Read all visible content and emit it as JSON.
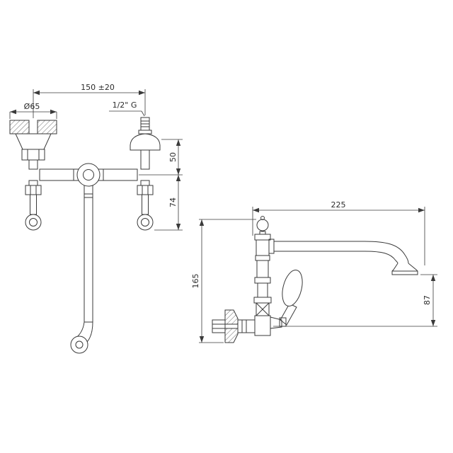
{
  "colors": {
    "ink": "#3a3a3a",
    "background": "#ffffff",
    "label": "#2b2b2b"
  },
  "front_view": {
    "dim_width": "150 ±20",
    "dim_flange_diameter": "Ø65",
    "dim_thread": "1/2\" G",
    "dim_flange_to_axis": "50",
    "dim_axis_to_inlet": "74"
  },
  "side_view": {
    "dim_spout_reach": "225",
    "dim_height": "165",
    "dim_outlet_drop": "87"
  }
}
